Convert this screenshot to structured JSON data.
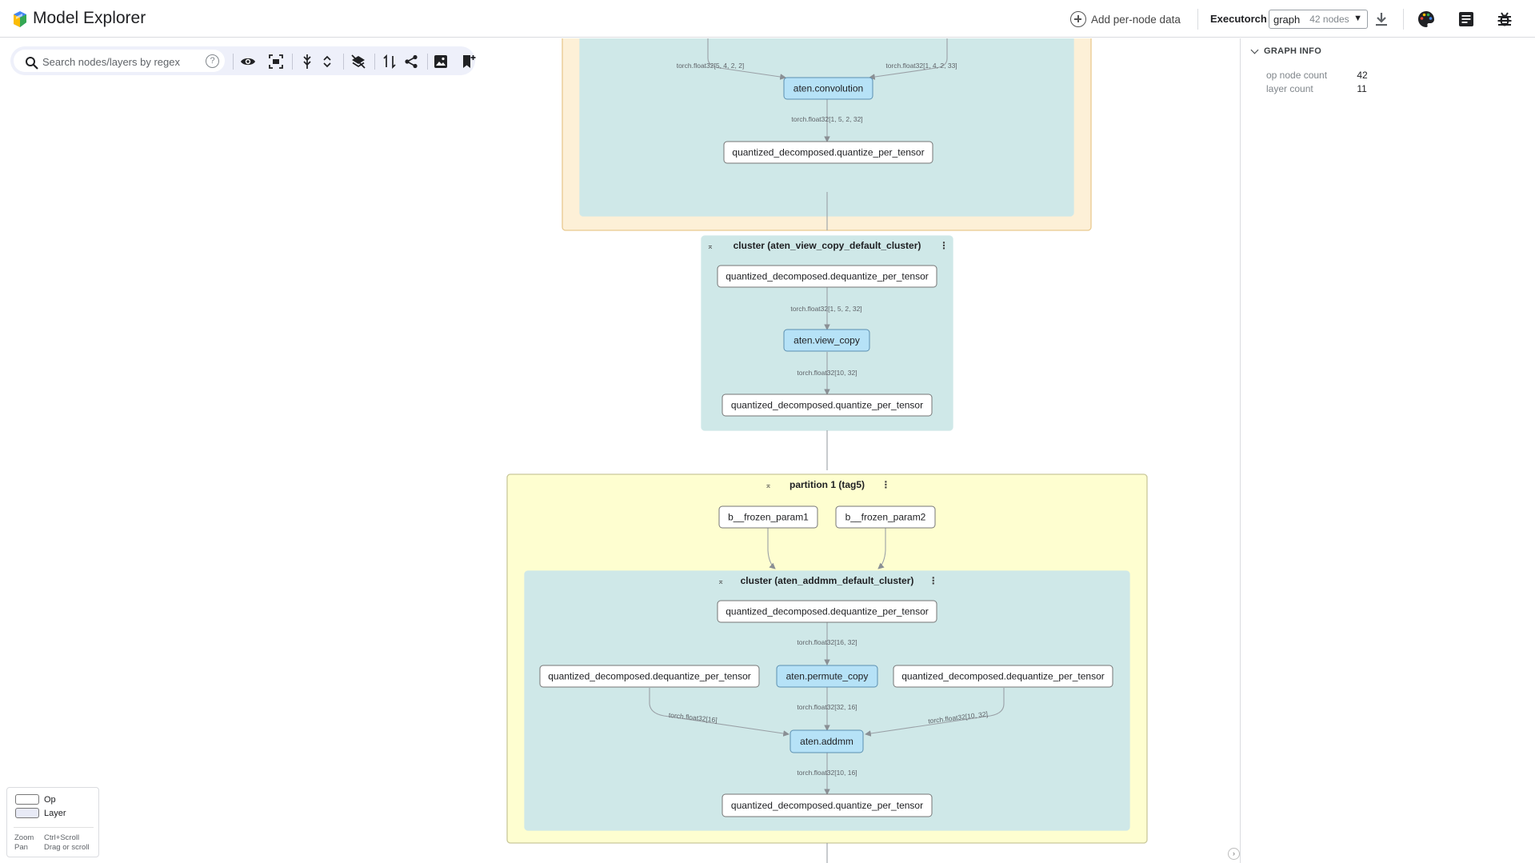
{
  "header": {
    "app_title": "Model Explorer",
    "add_per_node_data": "Add per-node data",
    "model_name": "Executorch",
    "graph_select": {
      "value": "graph",
      "node_count": "42 nodes"
    },
    "icons": [
      "download-icon",
      "palette-icon",
      "log-icon",
      "bug-icon"
    ]
  },
  "toolbar": {
    "search_placeholder": "Search nodes/layers by regex",
    "help_glyph": "?",
    "buttons": [
      "eye-icon",
      "fit-icon",
      "expand-all-icon",
      "collapse-all-icon",
      "layers-icon",
      "swap-icon",
      "share-icon",
      "image-icon",
      "bookmark-icon"
    ]
  },
  "side_panel": {
    "section_title": "GRAPH INFO",
    "rows": [
      {
        "key": "op node count",
        "value": "42"
      },
      {
        "key": "layer count",
        "value": "11"
      }
    ]
  },
  "legend": {
    "op": "Op",
    "layer": "Layer",
    "zoom_key": "Zoom",
    "zoom_value": "Ctrl+Scroll",
    "pan_key": "Pan",
    "pan_value": "Drag or scroll"
  },
  "colors": {
    "op_fill": "#ffffff",
    "highlight_op_fill": "#b6e2f7",
    "cluster_fill": "#cfe8e8",
    "partition_top_fill": "#fdf0d7",
    "partition_bottom_fill": "#fefed0",
    "edge": "#9aa0a6"
  },
  "graph": {
    "groups": [
      {
        "id": "partition_top",
        "label": "",
        "kind": "partition_orange"
      },
      {
        "id": "cluster_top",
        "label": "",
        "kind": "cluster"
      },
      {
        "id": "cluster_view",
        "label": "cluster (aten_view_copy_default_cluster)",
        "kind": "cluster"
      },
      {
        "id": "partition1",
        "label": "partition 1 (tag5)",
        "kind": "partition_yellow"
      },
      {
        "id": "cluster_addmm",
        "label": "cluster (aten_addmm_default_cluster)",
        "kind": "cluster"
      }
    ],
    "nodes": [
      {
        "id": "conv",
        "label": "aten.convolution",
        "highlight": true
      },
      {
        "id": "q1",
        "label": "quantized_decomposed.quantize_per_tensor",
        "highlight": false
      },
      {
        "id": "dq1",
        "label": "quantized_decomposed.dequantize_per_tensor",
        "highlight": false
      },
      {
        "id": "view",
        "label": "aten.view_copy",
        "highlight": true
      },
      {
        "id": "q2",
        "label": "quantized_decomposed.quantize_per_tensor",
        "highlight": false
      },
      {
        "id": "p1",
        "label": "b__frozen_param1",
        "highlight": false
      },
      {
        "id": "p2",
        "label": "b__frozen_param2",
        "highlight": false
      },
      {
        "id": "dq2",
        "label": "quantized_decomposed.dequantize_per_tensor",
        "highlight": false
      },
      {
        "id": "dq3",
        "label": "quantized_decomposed.dequantize_per_tensor",
        "highlight": false
      },
      {
        "id": "perm",
        "label": "aten.permute_copy",
        "highlight": true
      },
      {
        "id": "dq4",
        "label": "quantized_decomposed.dequantize_per_tensor",
        "highlight": false
      },
      {
        "id": "addmm",
        "label": "aten.addmm",
        "highlight": true
      },
      {
        "id": "q3",
        "label": "quantized_decomposed.quantize_per_tensor",
        "highlight": false
      }
    ],
    "edges": [
      {
        "id": "e_in_left",
        "label": "torch.float32[5, 4, 2, 2]"
      },
      {
        "id": "e_in_right",
        "label": "torch.float32[1, 4, 2, 33]"
      },
      {
        "id": "e_conv_q1",
        "label": "torch.float32[1, 5, 2, 32]"
      },
      {
        "id": "e_q1_dq1",
        "label": ""
      },
      {
        "id": "e_dq1_view",
        "label": "torch.float32[1, 5, 2, 32]"
      },
      {
        "id": "e_view_q2",
        "label": "torch.float32[10, 32]"
      },
      {
        "id": "e_q2_part",
        "label": ""
      },
      {
        "id": "e_p1_cluster",
        "label": ""
      },
      {
        "id": "e_p2_cluster",
        "label": ""
      },
      {
        "id": "e_dq2_perm",
        "label": "torch.float32[16, 32]"
      },
      {
        "id": "e_dq3_addmm",
        "label": "torch.float32[16]"
      },
      {
        "id": "e_perm_addmm",
        "label": "torch.float32[32, 16]"
      },
      {
        "id": "e_dq4_addmm",
        "label": "torch.float32[10, 32]"
      },
      {
        "id": "e_addmm_q3",
        "label": "torch.float32[10, 16]"
      },
      {
        "id": "e_out",
        "label": ""
      }
    ]
  }
}
